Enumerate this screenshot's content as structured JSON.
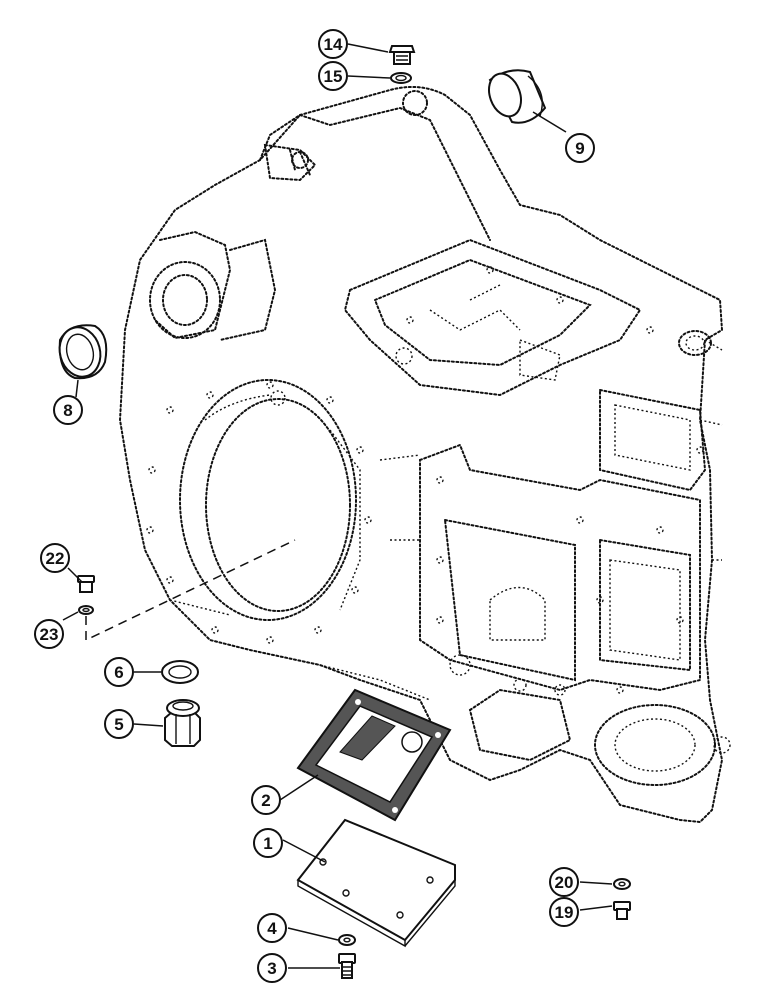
{
  "callouts": [
    {
      "id": "c14",
      "label": "14"
    },
    {
      "id": "c15",
      "label": "15"
    },
    {
      "id": "c9",
      "label": "9"
    },
    {
      "id": "c8",
      "label": "8"
    },
    {
      "id": "c22",
      "label": "22"
    },
    {
      "id": "c23",
      "label": "23"
    },
    {
      "id": "c6",
      "label": "6"
    },
    {
      "id": "c5",
      "label": "5"
    },
    {
      "id": "c2",
      "label": "2"
    },
    {
      "id": "c1",
      "label": "1"
    },
    {
      "id": "c20",
      "label": "20"
    },
    {
      "id": "c19",
      "label": "19"
    },
    {
      "id": "c4",
      "label": "4"
    },
    {
      "id": "c3",
      "label": "3"
    }
  ]
}
